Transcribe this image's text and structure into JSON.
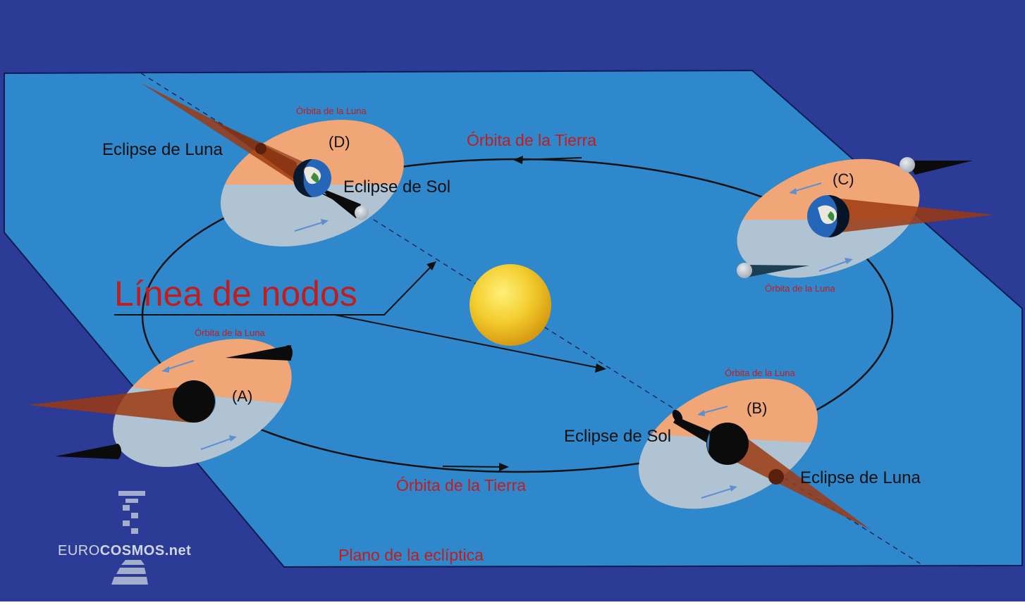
{
  "labels": {
    "lunar_eclipse_d": "Eclipse de Luna",
    "solar_eclipse_d": "Eclipse de Sol",
    "solar_eclipse_b": "Eclipse de Sol",
    "lunar_eclipse_b": "Eclipse de Luna",
    "earth_orbit_top": "Órbita de la Tierra",
    "earth_orbit_bottom": "Órbita de la Tierra",
    "moon_orbit_d": "Órbita de la Luna",
    "moon_orbit_c": "Órbita de la Luna",
    "moon_orbit_a": "Órbita de la Luna",
    "moon_orbit_b": "Órbita de la Luna",
    "line_of_nodes": "Línea de nodos",
    "ecliptic_plane": "Plano de la eclíptica",
    "position_a": "(A)",
    "position_b": "(B)",
    "position_c": "(C)",
    "position_d": "(D)"
  },
  "logo": {
    "name_part1": "EURO",
    "name_part2": "COSMOS.net"
  },
  "colors": {
    "background": "#2b3b96",
    "ecliptic_plane": "#2f88cc",
    "moon_orbit_disc": "#f0a676",
    "moon_orbit_disc_lower": "#a7c7dd",
    "umbra": "#0b0b0b",
    "shadow_cone": "#9c3a12",
    "sun": "#f3cd2e",
    "label_red": "#c21d1d"
  },
  "icons": [
    "sun-icon",
    "earth-icon",
    "moon-icon",
    "logo-icon"
  ]
}
